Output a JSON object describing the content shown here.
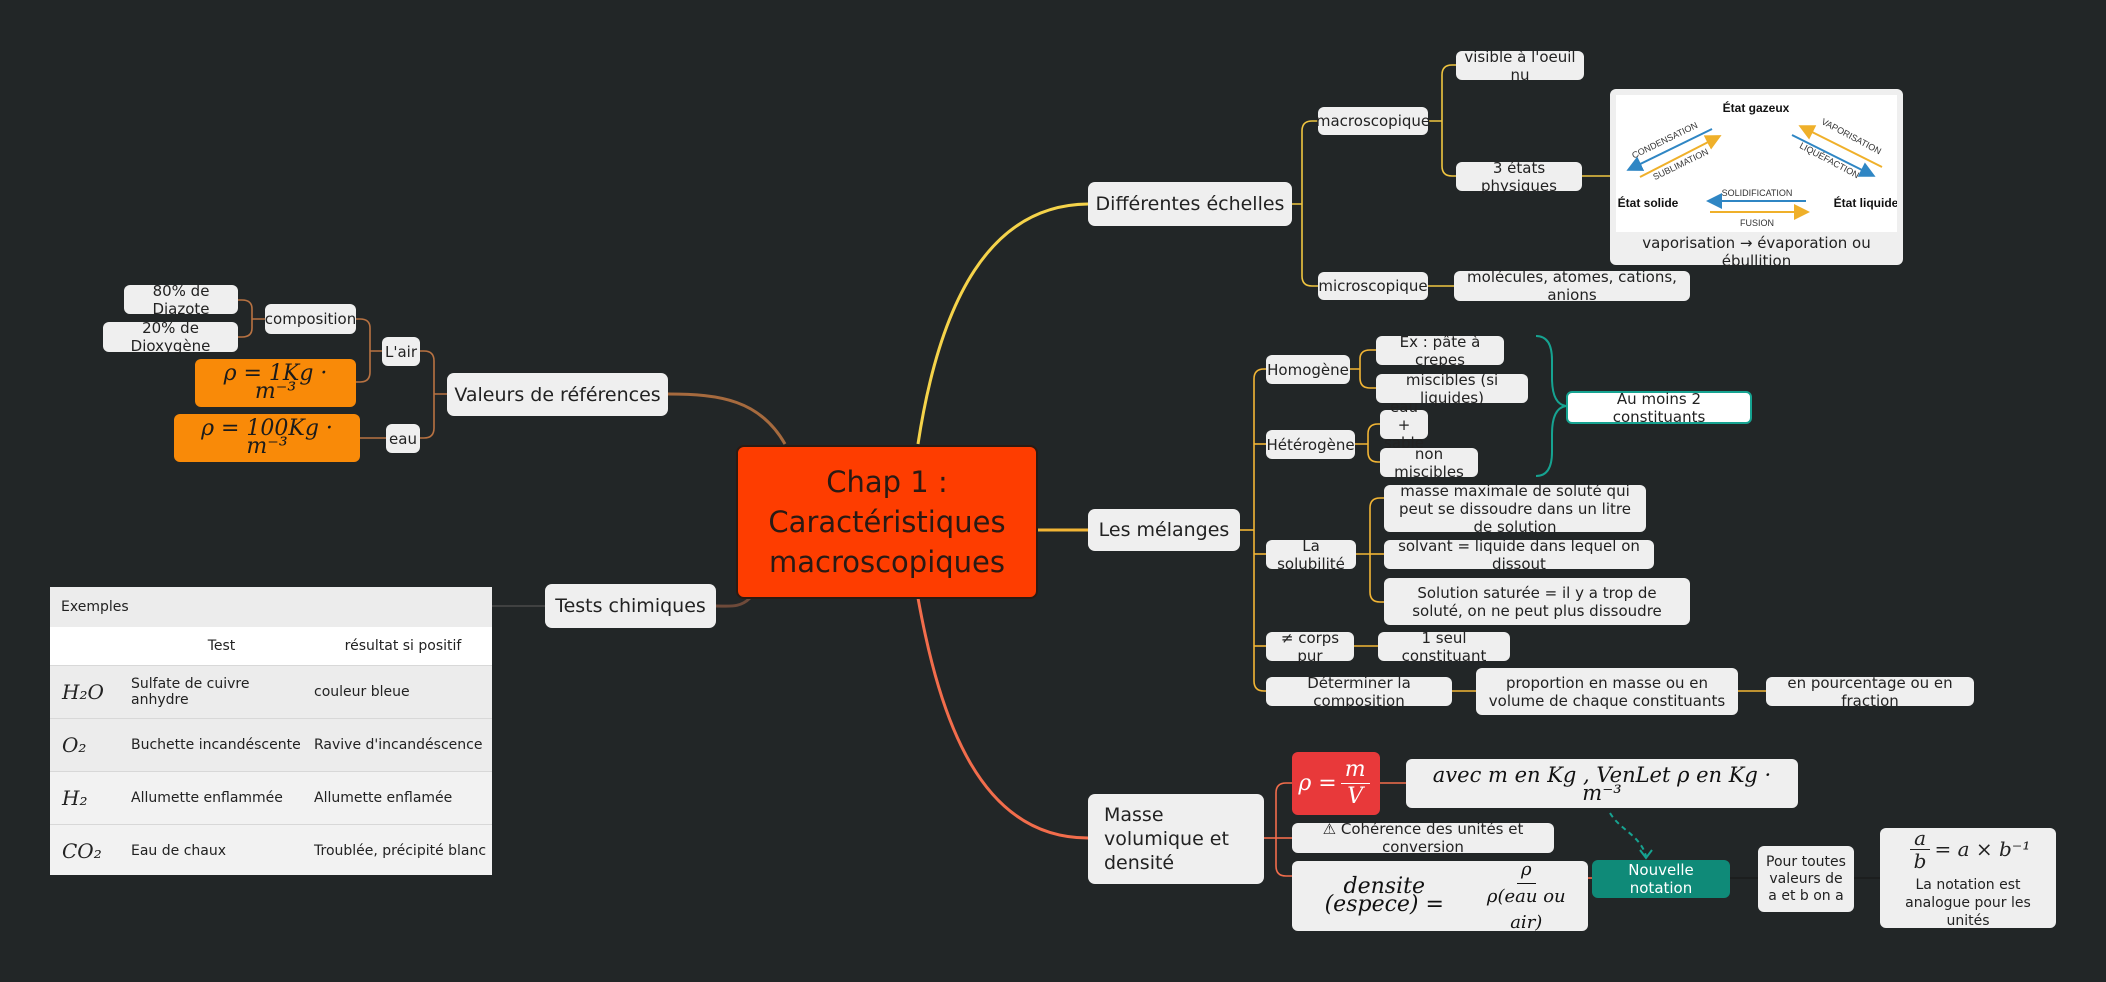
{
  "root": {
    "line1": "Chap 1 :",
    "line2": "Caractéristiques",
    "line3": "macroscopiques"
  },
  "echelles": {
    "title": "Différentes échelles",
    "macro": "macroscopique",
    "visible": "visible à l'oeuil nu",
    "etats": "3 états physiques",
    "micro": "microscopique",
    "molecules": "molécules, atomes, cations, anions",
    "image": {
      "gazeux": "État gazeux",
      "solide": "État solide",
      "liquide": "État liquide",
      "condensation": "CONDENSATION",
      "sublimation": "SUBLIMATION",
      "vaporisation": "VAPORISATION",
      "liquefaction": "LIQUÉFACTION",
      "solidification": "SOLIDIFICATION",
      "fusion": "FUSION",
      "caption": "vaporisation → évaporation ou ébullition"
    }
  },
  "melanges": {
    "title": "Les mélanges",
    "homogene": "Homogène",
    "ex_pate": "Ex : pâte à crepes",
    "miscibles": "miscibles (si liquides)",
    "heterogene": "Hétérogène",
    "eau_sable": "eau + sable",
    "non_miscibles": "non miscibles",
    "constituants": "Au moins 2 constituants",
    "solubilite": "La solubilité",
    "masse_max": "masse maximale de soluté qui peut se dissoudre dans un litre de solution",
    "solvant": "solvant = liquide dans lequel on dissout",
    "saturee": "Solution saturée = il y a trop de soluté, on ne peut plus dissoudre",
    "corps_pur": "≠ corps pur",
    "un_constituant": "1 seul constituant",
    "determiner": "Déterminer la composition",
    "proportion": "proportion en masse ou en volume de chaque constituants",
    "pourcentage": "en pourcentage ou en fraction"
  },
  "masse": {
    "title": "Masse volumique et densité",
    "rho_lhs": "ρ =",
    "rho_num": "m",
    "rho_den": "V",
    "avec": "avec m en Kg , VenLet ρ en Kg · m⁻³",
    "coherence": "⚠ Cohérence des unités et conversion",
    "densite_lhs": "densite (espece) =",
    "densite_num": "ρ",
    "densite_den": "ρ(eau ou air)",
    "notation": "Nouvelle notation",
    "pour_toutes": "Pour toutes valeurs de a et b on a",
    "frac_num": "a",
    "frac_den": "b",
    "frac_rhs": "= a × b⁻¹",
    "notation_note": "La notation est analogue pour les unités"
  },
  "valeurs": {
    "title": "Valeurs de références",
    "air": "L'air",
    "composition": "composition",
    "diazote": "80% de Diazote",
    "dioxygene": "20% de Dioxygène",
    "rho_air": "ρ = 1Kg · m⁻³",
    "eau": "eau",
    "rho_eau": "ρ = 100Kg · m⁻³"
  },
  "tests": {
    "title": "Tests chimiques",
    "table_title": "Exemples",
    "headers": [
      "",
      "Test",
      "résultat si positif"
    ],
    "rows": [
      [
        "H₂O",
        "Sulfate de cuivre anhydre",
        "couleur bleue"
      ],
      [
        "O₂",
        "Buchette incandéscente",
        "Ravive d'incandéscence"
      ],
      [
        "H₂",
        "Allumette enflammée",
        "Allumette enflamée"
      ],
      [
        "CO₂",
        "Eau de chaux",
        "Troublée, précipité blanc"
      ]
    ]
  },
  "colors": {
    "background": "#222627",
    "root": "#fe3d00",
    "branch_echelles": "#f5d34a",
    "branch_melanges": "#f2b535",
    "branch_masse": "#f26d4c",
    "branch_valeurs": "#a66a3e",
    "branch_tests": "#6e4a3a",
    "teal": "#0f8a78",
    "orange_formula": "#f98a08",
    "red_formula": "#e8393a"
  }
}
